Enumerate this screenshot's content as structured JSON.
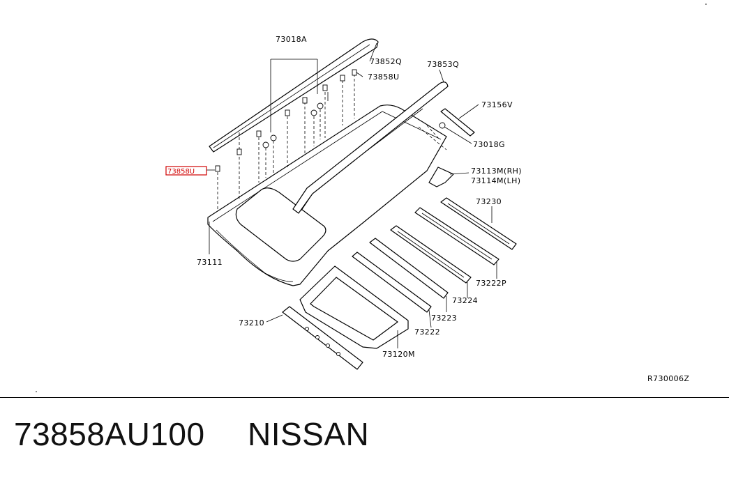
{
  "diagram": {
    "ref_code": "R730006Z",
    "highlighted_label": "73858U",
    "labels": {
      "p73018A": "73018A",
      "p73852Q": "73852Q",
      "p73858U": "73858U",
      "p73853Q": "73853Q",
      "p73156V": "73156V",
      "p73018G": "73018G",
      "p73113M": "73113M(RH)",
      "p73114M": "73114M(LH)",
      "p73230": "73230",
      "p73222P": "73222P",
      "p73224": "73224",
      "p73223": "73223",
      "p73222": "73222",
      "p73120M": "73120M",
      "p73210": "73210",
      "p73111": "73111"
    }
  },
  "footer": {
    "part_number": "73858AU100",
    "brand": "NISSAN"
  }
}
